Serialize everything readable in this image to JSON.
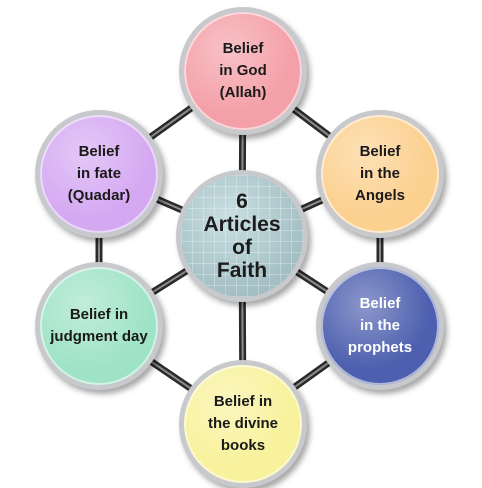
{
  "center": {
    "title": "6\nArticles\nof\nFaith",
    "color": "#a9c3c8"
  },
  "articles": [
    {
      "label": "Belief\nin God\n(Allah)",
      "color": "#f4a0a8"
    },
    {
      "label": "Belief\nin the\nAngels",
      "color": "#fcd08f"
    },
    {
      "label": "Belief\nin the\nprophets",
      "color": "#4d5fae"
    },
    {
      "label": "Belief in\nthe divine\nbooks",
      "color": "#f8f29c"
    },
    {
      "label": "Belief in\njudgment day",
      "color": "#9fe3c6"
    },
    {
      "label": "Belief\nin fate\n(Quadar)",
      "color": "#d5a9f2"
    }
  ],
  "connector_color": "#2a2a2a"
}
